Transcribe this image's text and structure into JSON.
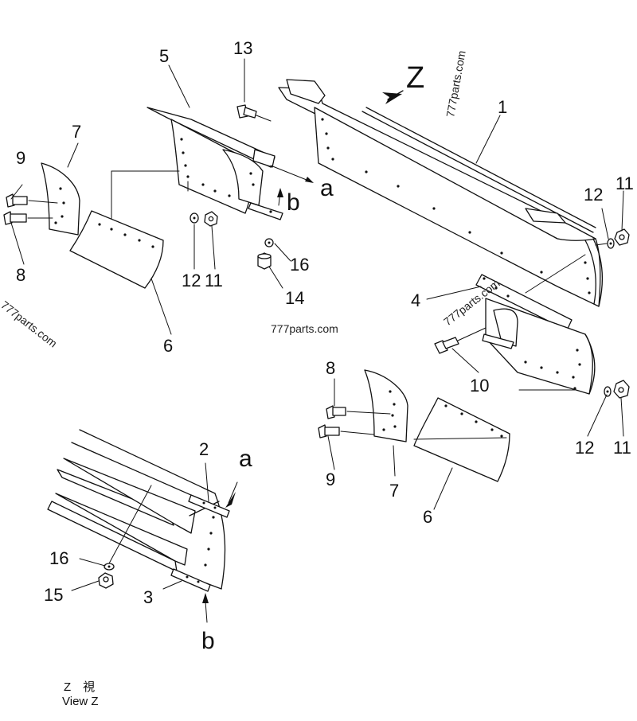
{
  "callouts": {
    "c1": "1",
    "c2": "2",
    "c3": "3",
    "c4": "4",
    "c5": "5",
    "c6a": "6",
    "c6b": "6",
    "c7a": "7",
    "c7b": "7",
    "c8a": "8",
    "c8b": "8",
    "c9a": "9",
    "c9b": "9",
    "c10": "10",
    "c11a": "11",
    "c11b": "11",
    "c11c": "11",
    "c12a": "12",
    "c12b": "12",
    "c12c": "12",
    "c13": "13",
    "c14": "14",
    "c15": "15",
    "c16a": "16",
    "c16b": "16"
  },
  "markers": {
    "z": "Z",
    "a_top": "a",
    "b_top": "b",
    "a_bottom": "a",
    "b_bottom": "b"
  },
  "watermarks": {
    "w1": "777parts.com",
    "w2": "777parts.com",
    "w3": "777parts.com",
    "w4": "777parts.com"
  },
  "caption": {
    "line1": "Z　視",
    "line2": "View Z"
  }
}
